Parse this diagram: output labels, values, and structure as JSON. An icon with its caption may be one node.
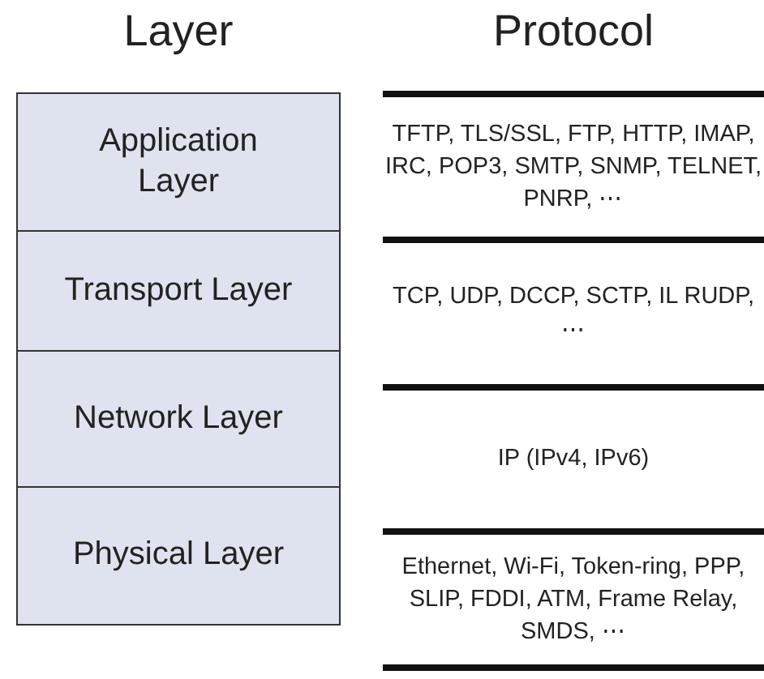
{
  "diagram": {
    "nodes": [
      {
        "text": [
          "Application Layer"
        ]
      },
      {
        "text": [
          "Transport Layer"
        ]
      },
      {
        "text": [
          "Network Layer"
        ]
      },
      {
        "text": [
          "Physical Layer"
        ]
      }
    ],
    "labels": [
      "Layer",
      "Protocol",
      "TFTP, TLS/SSL, FTP, HTTP, IMAP, IRC, POP3, SMTP, SNMP, TELNET, PNRP, ⋯",
      "TCP, UDP, DCCP, SCTP, IL RUDP, ⋯",
      "IP (IPv4, IPv6)",
      "Ethernet, Wi-Fi, Token-ring, PPP, SLIP, FDDI, ATM, Frame Relay, SMDS, ⋯"
    ]
  }
}
